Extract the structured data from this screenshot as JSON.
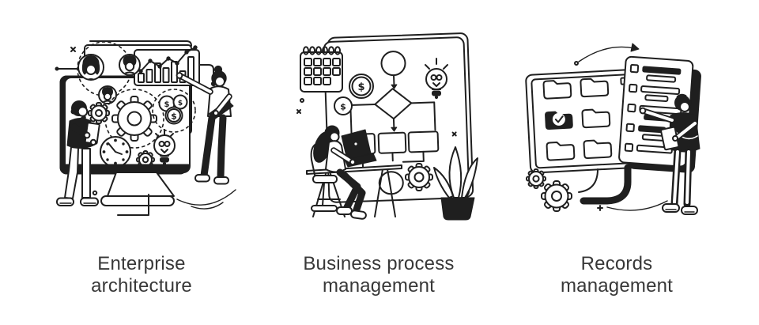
{
  "colors": {
    "background": "#ffffff",
    "ink": "#1f1f1f",
    "caption": "#383838"
  },
  "symbols": {
    "dollar": "$"
  },
  "panels": [
    {
      "caption": "Enterprise architecture",
      "scene": "two colleagues at a large monitor with gears, team avatars, growth bar chart, clock, dollar coins and light bulb"
    },
    {
      "caption": "Business process management",
      "scene": "woman on a laptop at a desk in front of a flowchart board with calendar, dollar coins, light bulb, gear and potted plant"
    },
    {
      "caption": "Records management",
      "scene": "man pointing at a checklist next to a monitor with a folder archive and an approved folder, gears and curved arrow"
    }
  ]
}
